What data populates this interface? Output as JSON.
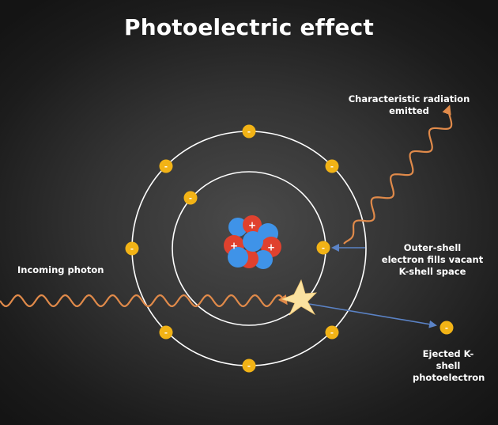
{
  "title": "Photoelectric effect",
  "labels": {
    "incoming_photon": "Incoming photon",
    "characteristic_radiation": "Characteristic radiation emitted",
    "outer_shell_fill": "Outer-shell electron fills vacant K-shell space",
    "ejected_photoelectron": "Ejected K-shell photoelectron"
  },
  "symbols": {
    "electron": "-",
    "proton": "+"
  },
  "colors": {
    "electron": "#f2b316",
    "proton": "#e0412e",
    "neutron": "#3f93e8",
    "photon": "#e08a4a",
    "arrow": "#5b83c6",
    "flash": "#fbe2a0",
    "shell": "#ffffff"
  }
}
